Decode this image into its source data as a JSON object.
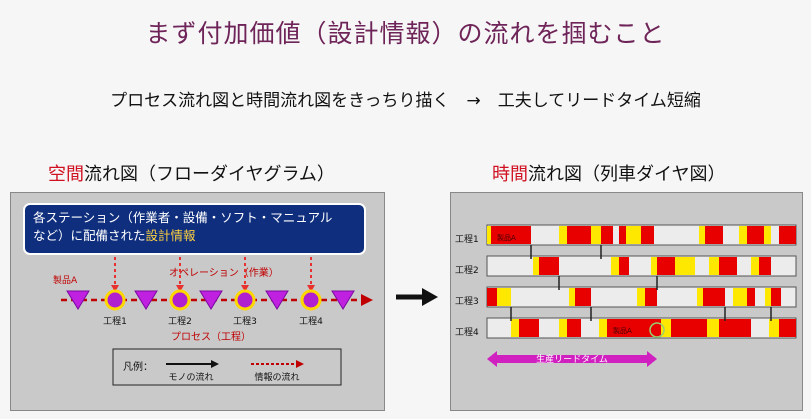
{
  "title": "まず付加価値（設計情報）の流れを掴むこと",
  "subtitle": "プロセス流れ図と時間流れ図をきっちり描く　→　工夫してリードタイム短縮",
  "left": {
    "header_red": "空間",
    "header_rest": "流れ図（フローダイヤグラム）",
    "box_line1": "各ステーション（作業者・設備・ソフト・マニュアル",
    "box_line2_pre": "など）に配備された",
    "box_line2_hl": "設計情報",
    "product_label": "製品A",
    "operation_label": "オペレーション（作業）",
    "process_labels": [
      "工程1",
      "工程2",
      "工程3",
      "工程4"
    ],
    "process_caption": "プロセス（工程）",
    "legend_title": "凡例：",
    "legend_goods": "モノの流れ",
    "legend_info": "情報の流れ"
  },
  "right": {
    "header_red": "時間",
    "header_rest": "流れ図（列車ダイヤ図）",
    "rows": [
      "工程1",
      "工程2",
      "工程3",
      "工程4"
    ],
    "product_label": "製品A",
    "leadtime_label": "生産リードタイム"
  },
  "colors": {
    "title": "#6e2458",
    "accent_red": "#d01020",
    "box_blue": "#0f2f7e",
    "magenta": "#d020c0",
    "purple": "#9a1fd0",
    "yellow": "#ffe800",
    "red": "#e80000"
  }
}
